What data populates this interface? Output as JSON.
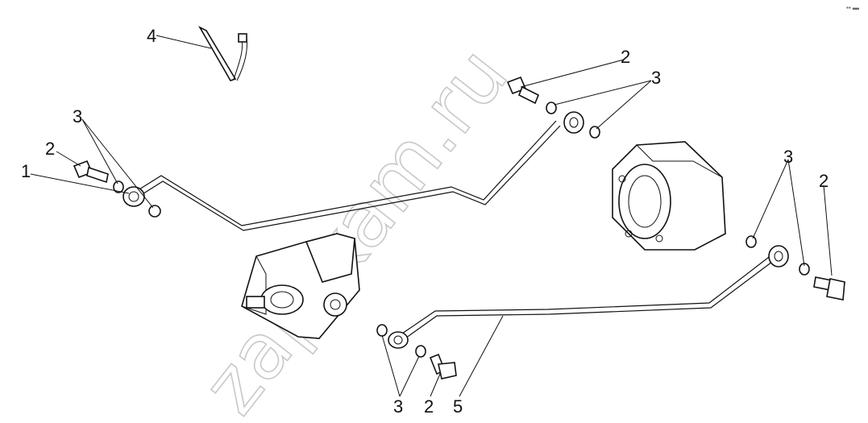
{
  "watermark": "zap-kam.ru",
  "corner_mark": "▪▪ ▬",
  "callouts": [
    {
      "id": "c1",
      "label": "1"
    },
    {
      "id": "c2a",
      "label": "2"
    },
    {
      "id": "c3a",
      "label": "3"
    },
    {
      "id": "c4",
      "label": "4"
    },
    {
      "id": "c2b",
      "label": "2"
    },
    {
      "id": "c3b",
      "label": "3"
    },
    {
      "id": "c3c",
      "label": "3"
    },
    {
      "id": "c2c",
      "label": "2"
    },
    {
      "id": "c3d",
      "label": "3"
    },
    {
      "id": "c2d",
      "label": "2"
    },
    {
      "id": "c5",
      "label": "5"
    }
  ]
}
